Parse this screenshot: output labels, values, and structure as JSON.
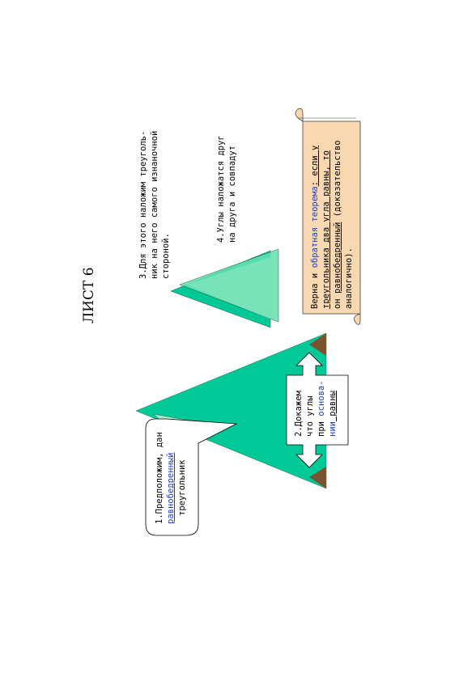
{
  "sheet_title": "ЛИСТ 6",
  "callout1": {
    "line1": "1.Предположим, дан",
    "link": "равнобедренный",
    "line3": "треугольник"
  },
  "callout2": {
    "line1": "2.Докажем",
    "line2": "что углы",
    "line3a": "при ",
    "line3b": "основа-",
    "line4a": "нии",
    "line4b": " равны"
  },
  "step3": {
    "line1": "3.Для этого наложим треуголь-",
    "line2": "ник на него самого изнаночной",
    "line3": "стороной."
  },
  "step4": {
    "line1": "4.Углы наложатся друг",
    "line2": "на друга и совпадут"
  },
  "scroll": {
    "l1a": "Верна и ",
    "l1b": "обратная теорема",
    "l1c": ": если у",
    "l2": "треугольника два угла равны, то",
    "l3a": "он ",
    "l3b": "равнобедренный",
    "l3c": " (доказательство",
    "l4": "аналогично)."
  },
  "colors": {
    "triangle": "#00c896",
    "triangle_light": "#66e0b0",
    "triangle_pale": "#b8f0d0",
    "angle_mark": "#7a5230",
    "scroll_fill": "#f8d8b0",
    "text_blue": "#1f3fbf"
  }
}
